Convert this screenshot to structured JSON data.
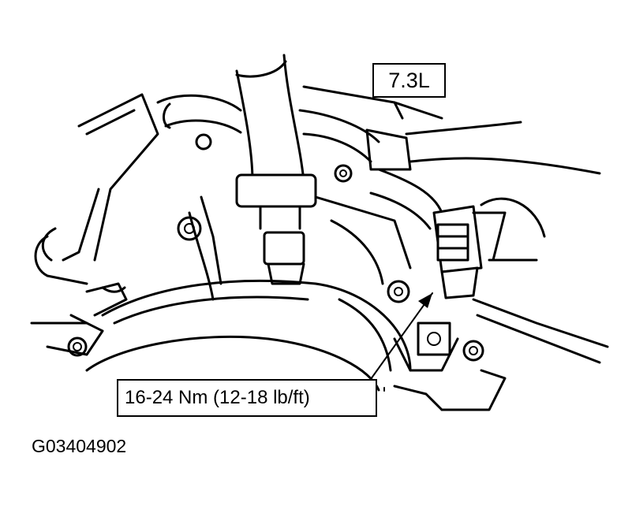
{
  "figure": {
    "engine_label": "7.3L",
    "torque_callout": "16-24 Nm (12-18 lb/ft)",
    "figure_id": "G03404902"
  }
}
